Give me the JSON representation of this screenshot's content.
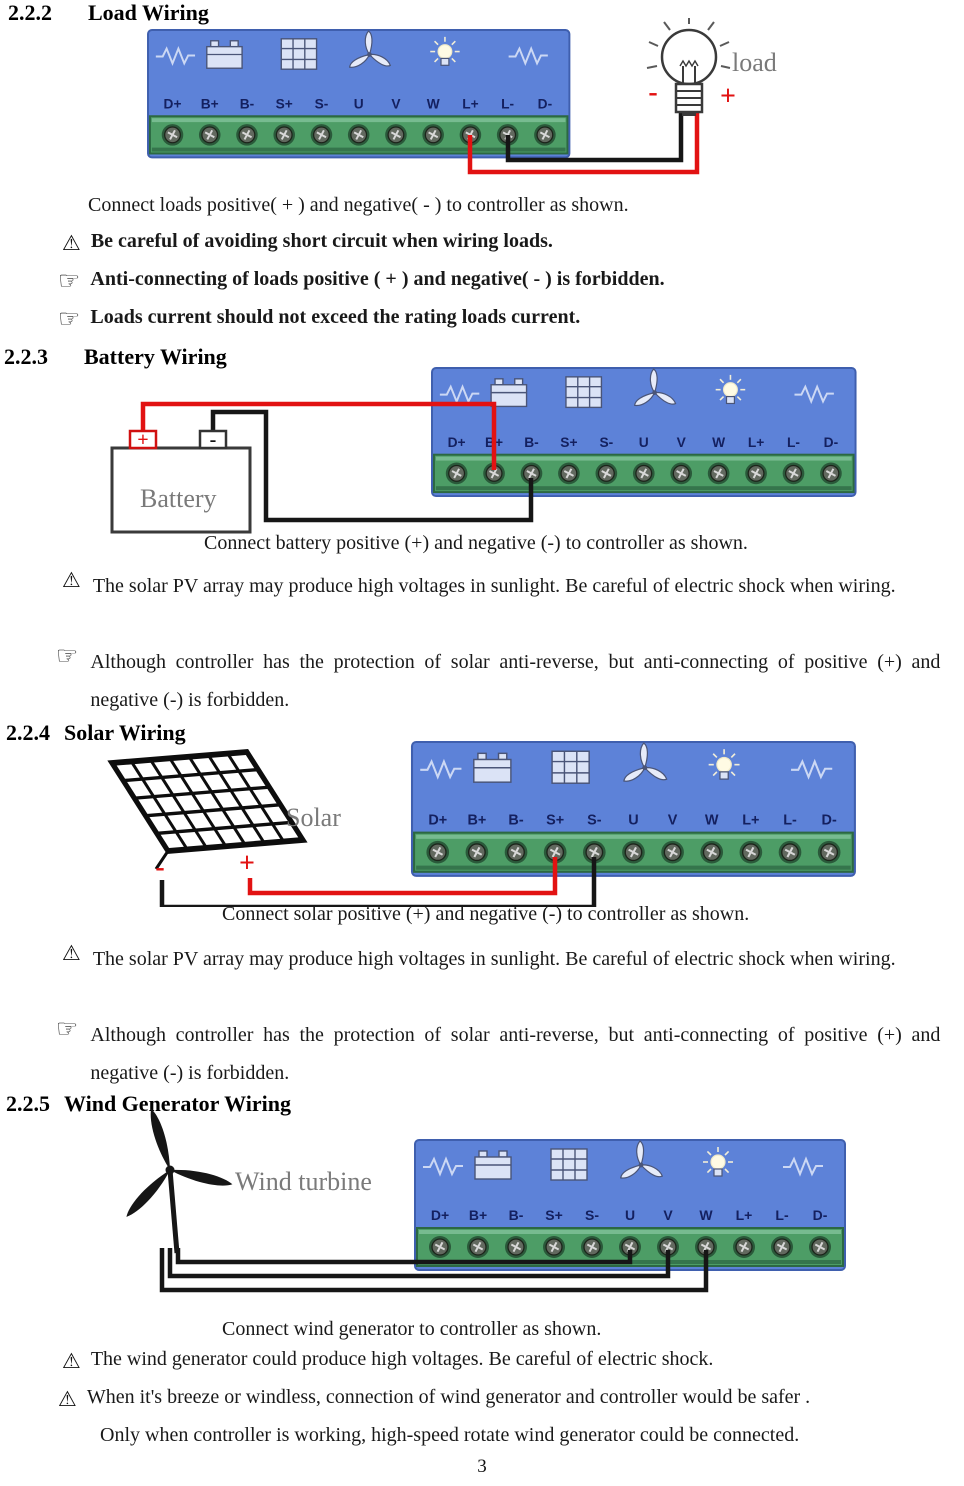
{
  "icons": {
    "warning": "⚠",
    "hand": "☞"
  },
  "controller": {
    "terminals": [
      "D+",
      "B+",
      "B-",
      "S+",
      "S-",
      "U",
      "V",
      "W",
      "L+",
      "L-",
      "D-"
    ]
  },
  "load": {
    "num": "2.2.2",
    "title": "Load Wiring",
    "device": "load",
    "minus": "-",
    "plus": "+",
    "caption": "Connect loads positive( + ) and negative( - ) to controller as shown.",
    "warning": "Be careful of avoiding short circuit when wiring loads.",
    "note1": "Anti-connecting of loads positive ( + ) and negative( - ) is forbidden.",
    "note2": "Loads current should not exceed the rating loads current."
  },
  "battery": {
    "num": "2.2.3",
    "title": "Battery Wiring",
    "device": "Battery",
    "plus": "+",
    "minus": "-",
    "caption": "Connect battery positive (+) and negative (-) to controller as shown."
  },
  "solar": {
    "num": "2.2.4",
    "title": "Solar Wiring",
    "device": "Solar",
    "plus": "+",
    "minus": "-",
    "caption": "Connect solar positive (+) and negative (-) to controller as shown."
  },
  "shared": {
    "pv_warning": "The solar PV array may produce high voltages in sunlight. Be careful of electric shock when wiring.",
    "anti_reverse_note": "Although controller has the protection of solar anti-reverse, but anti-connecting of positive (+) and negative (-) is forbidden."
  },
  "wind": {
    "num": "2.2.5",
    "title": "Wind Generator Wiring",
    "device": "Wind turbine",
    "caption": "Connect wind generator to controller as shown.",
    "warning1": "The wind generator could produce high voltages. Be careful of electric shock.",
    "warning2": "When it's breeze or windless, connection of wind generator and controller would be safer .",
    "note": "Only when controller is working, high-speed rotate wind generator could be connected."
  },
  "page": {
    "number": "3"
  }
}
